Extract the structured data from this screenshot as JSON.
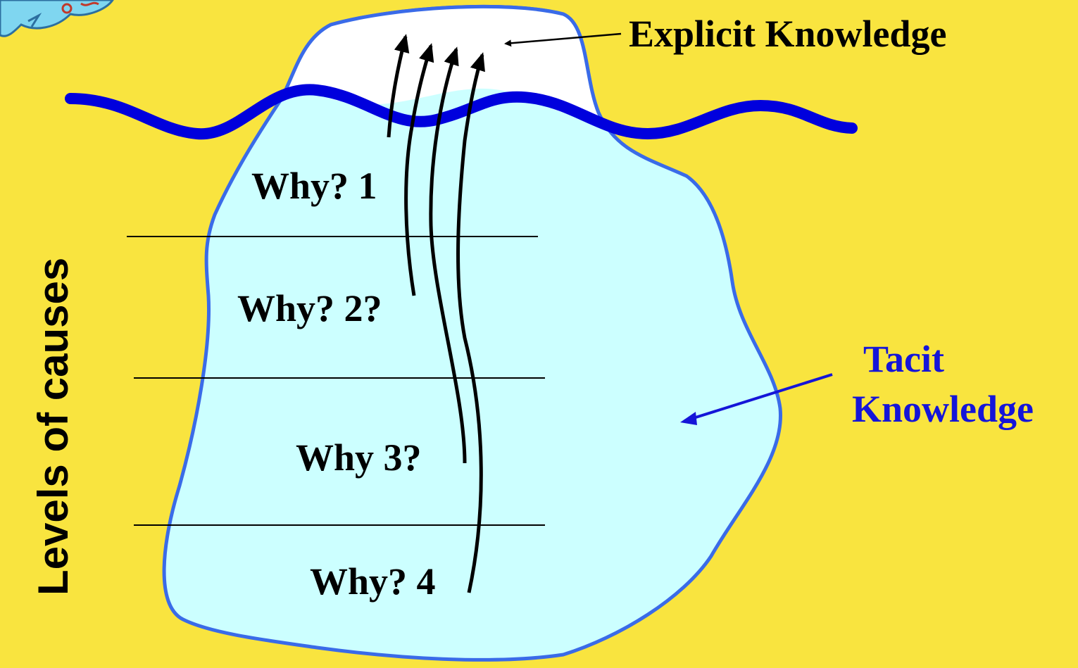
{
  "axis_label": "Levels of causes",
  "explicit_label": "Explicit Knowledge",
  "tacit_label": {
    "line1": "Tacit",
    "line2": "Knowledge"
  },
  "levels": [
    {
      "label": "Why? 1"
    },
    {
      "label": "Why? 2?"
    },
    {
      "label": "Why 3?"
    },
    {
      "label": "Why? 4"
    }
  ],
  "colors": {
    "background": "#F9E43F",
    "iceberg_fill": "#CCFFFF",
    "iceberg_outline": "#3A6BE8",
    "tip_fill": "#FFFFFF",
    "water_line": "#0000DD",
    "tacit_text": "#1515D8",
    "text": "#000000"
  },
  "icons": {
    "corner_logo": "lizard-logo-icon"
  }
}
